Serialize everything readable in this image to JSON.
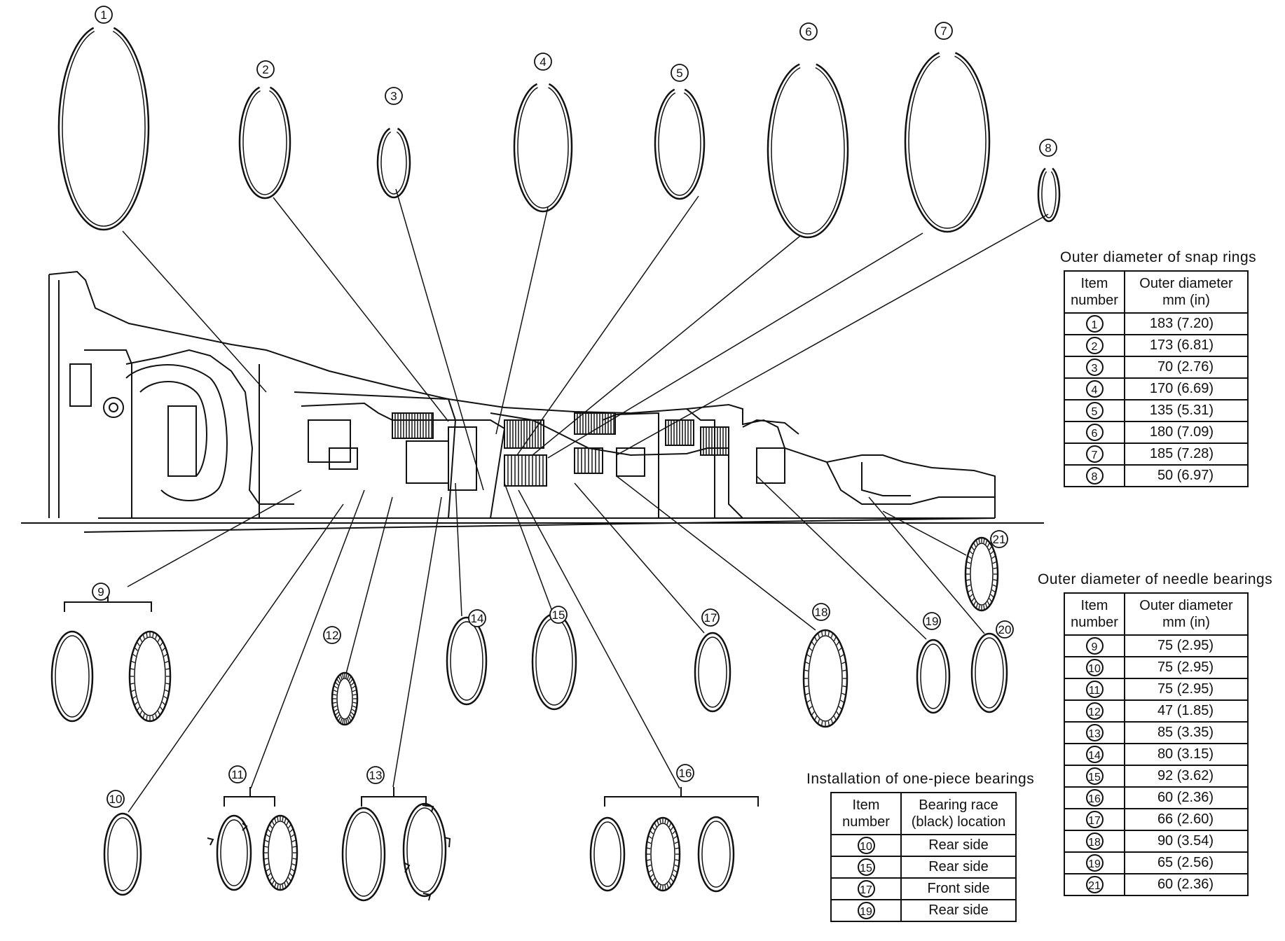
{
  "diagram": {
    "labels": [
      "1",
      "2",
      "3",
      "4",
      "5",
      "6",
      "7",
      "8",
      "9",
      "10",
      "11",
      "12",
      "13",
      "14",
      "15",
      "16",
      "17",
      "18",
      "19",
      "20",
      "21"
    ]
  },
  "snap_rings": {
    "title": "Outer diameter of snap rings",
    "col1": "Item\nnumber",
    "col2": "Outer diameter\nmm (in)",
    "rows": [
      {
        "item": "1",
        "value": "183 (7.20)"
      },
      {
        "item": "2",
        "value": "173 (6.81)"
      },
      {
        "item": "3",
        "value": "70 (2.76)"
      },
      {
        "item": "4",
        "value": "170 (6.69)"
      },
      {
        "item": "5",
        "value": "135 (5.31)"
      },
      {
        "item": "6",
        "value": "180 (7.09)"
      },
      {
        "item": "7",
        "value": "185 (7.28)"
      },
      {
        "item": "8",
        "value": "50 (6.97)"
      }
    ]
  },
  "needle_bearings": {
    "title": "Outer diameter of needle bearings",
    "col1": "Item\nnumber",
    "col2": "Outer diameter\nmm (in)",
    "rows": [
      {
        "item": "9",
        "value": "75 (2.95)"
      },
      {
        "item": "10",
        "value": "75 (2.95)"
      },
      {
        "item": "11",
        "value": "75 (2.95)"
      },
      {
        "item": "12",
        "value": "47 (1.85)"
      },
      {
        "item": "13",
        "value": "85 (3.35)"
      },
      {
        "item": "14",
        "value": "80 (3.15)"
      },
      {
        "item": "15",
        "value": "92 (3.62)"
      },
      {
        "item": "16",
        "value": "60 (2.36)"
      },
      {
        "item": "17",
        "value": "66 (2.60)"
      },
      {
        "item": "18",
        "value": "90 (3.54)"
      },
      {
        "item": "19",
        "value": "65 (2.56)"
      },
      {
        "item": "21",
        "value": "60 (2.36)"
      }
    ]
  },
  "one_piece": {
    "title": "Installation of one-piece bearings",
    "col1": "Item\nnumber",
    "col2": "Bearing race\n(black) location",
    "rows": [
      {
        "item": "10",
        "value": "Rear side"
      },
      {
        "item": "15",
        "value": "Rear side"
      },
      {
        "item": "17",
        "value": "Front side"
      },
      {
        "item": "19",
        "value": "Rear side"
      }
    ]
  }
}
